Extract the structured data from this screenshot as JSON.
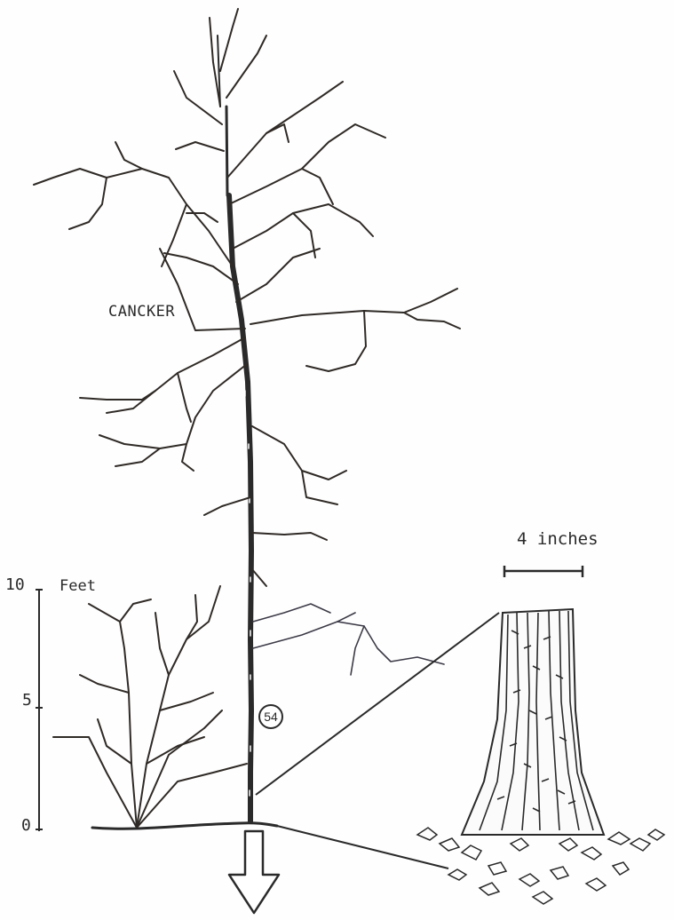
{
  "labels": {
    "canker": "CANCKER",
    "feet": "Feet",
    "scale_length": "4 inches",
    "tree_number": "54"
  },
  "scale_ticks": [
    "10",
    "5",
    "0"
  ],
  "icons": [
    "down-arrow-icon",
    "scale-bar-icon"
  ],
  "colors": {
    "ink": "#2a2a2a",
    "paper": "#fefefe"
  }
}
